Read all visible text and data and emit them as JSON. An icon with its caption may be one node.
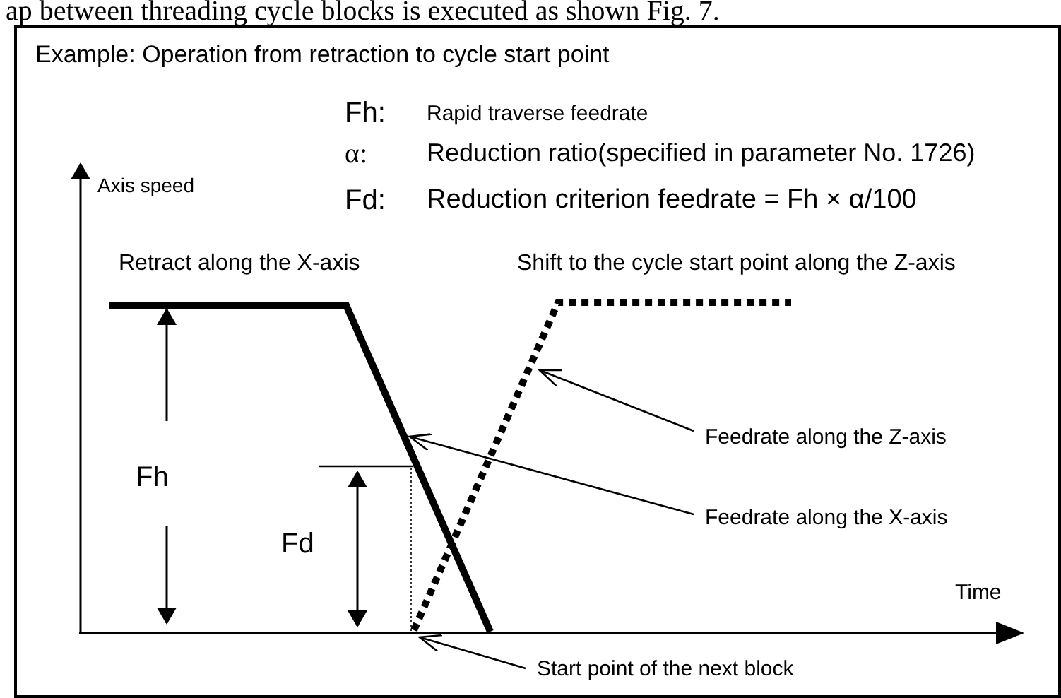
{
  "diagram": {
    "nodes": [
      {
        "text": [
          "Feedrate along the Z-axis"
        ]
      },
      {
        "text": [],
        "shape": "line"
      },
      {
        "text": [
          "Feedrate along the X-axis"
        ]
      },
      {
        "text": [],
        "shape": "line"
      },
      {
        "text": [
          "Start point of the next block"
        ]
      }
    ],
    "edges": [
      {
        "from": 0,
        "to": 1,
        "arrow": "to"
      },
      {
        "from": 2,
        "to": 3,
        "arrow": "to"
      },
      {
        "from": 4,
        "to": 1,
        "arrow": "to"
      }
    ],
    "labels": [
      "ap between threading cycle blocks is executed as shown Fig. 7.",
      "Example: Operation from retraction to cycle start point",
      "Fh:",
      "Rapid traverse feedrate",
      "α:",
      "Reduction ratio(specified in parameter No. 1726)",
      "Fd:",
      "Reduction criterion feedrate = Fh × α/100",
      "Axis speed",
      "Retract along the X-axis",
      "Shift to the cycle start point along the Z-axis",
      "Fh",
      "Fd",
      "Time"
    ]
  }
}
